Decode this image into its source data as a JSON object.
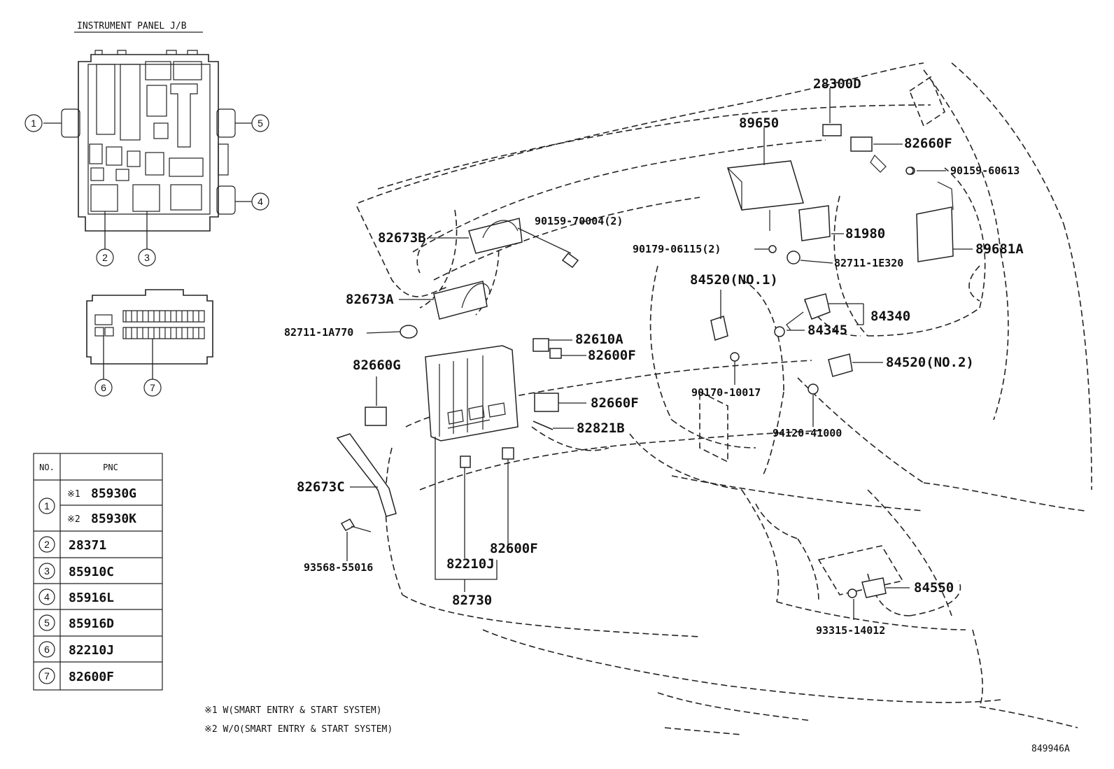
{
  "diagram": {
    "title": "INSTRUMENT PANEL J/B",
    "drawing_number": "849946A",
    "jb_callouts": [
      "1",
      "2",
      "3",
      "4",
      "5",
      "6",
      "7"
    ],
    "part_labels": [
      {
        "key": "p28300D",
        "text": "28300D"
      },
      {
        "key": "p89650",
        "text": "89650"
      },
      {
        "key": "p82660F_a",
        "text": "82660F"
      },
      {
        "key": "p90159_60613",
        "text": "90159-60613"
      },
      {
        "key": "p82673B",
        "text": "82673B"
      },
      {
        "key": "p90159_70004",
        "text": "90159-70004(2)"
      },
      {
        "key": "p90179_06115",
        "text": "90179-06115(2)"
      },
      {
        "key": "p81980",
        "text": "81980"
      },
      {
        "key": "p82711_1E320",
        "text": "82711-1E320"
      },
      {
        "key": "p89681A",
        "text": "89681A"
      },
      {
        "key": "p84520_no1",
        "text": "84520(NO.1)"
      },
      {
        "key": "p82673A",
        "text": "82673A"
      },
      {
        "key": "p82711_1A770",
        "text": "82711-1A770"
      },
      {
        "key": "p84340",
        "text": "84340"
      },
      {
        "key": "p84345",
        "text": "84345"
      },
      {
        "key": "p82610A",
        "text": "82610A"
      },
      {
        "key": "p82600F_a",
        "text": "82600F"
      },
      {
        "key": "p82660G",
        "text": "82660G"
      },
      {
        "key": "p84520_no2",
        "text": "84520(NO.2)"
      },
      {
        "key": "p90170_10017",
        "text": "90170-10017"
      },
      {
        "key": "p82660F_b",
        "text": "82660F"
      },
      {
        "key": "p82821B",
        "text": "82821B"
      },
      {
        "key": "p94120_41000",
        "text": "94120-41000"
      },
      {
        "key": "p82673C",
        "text": "82673C"
      },
      {
        "key": "p82600F_b",
        "text": "82600F"
      },
      {
        "key": "p82210J",
        "text": "82210J"
      },
      {
        "key": "p93568_55016",
        "text": "93568-55016"
      },
      {
        "key": "p82730",
        "text": "82730"
      },
      {
        "key": "p84550",
        "text": "84550"
      },
      {
        "key": "p93315_14012",
        "text": "93315-14012"
      }
    ]
  },
  "pnc_table": {
    "header_no": "NO.",
    "header_pnc": "PNC",
    "rows": [
      {
        "no": "1",
        "mark": "※1",
        "pnc": "85930G"
      },
      {
        "no": "",
        "mark": "※2",
        "pnc": "85930K"
      },
      {
        "no": "2",
        "mark": "",
        "pnc": "28371"
      },
      {
        "no": "3",
        "mark": "",
        "pnc": "85910C"
      },
      {
        "no": "4",
        "mark": "",
        "pnc": "85916L"
      },
      {
        "no": "5",
        "mark": "",
        "pnc": "85916D"
      },
      {
        "no": "6",
        "mark": "",
        "pnc": "82210J"
      },
      {
        "no": "7",
        "mark": "",
        "pnc": "82600F"
      }
    ]
  },
  "notes": [
    "※1 W(SMART ENTRY & START SYSTEM)",
    "※2 W/O(SMART ENTRY & START SYSTEM)"
  ]
}
